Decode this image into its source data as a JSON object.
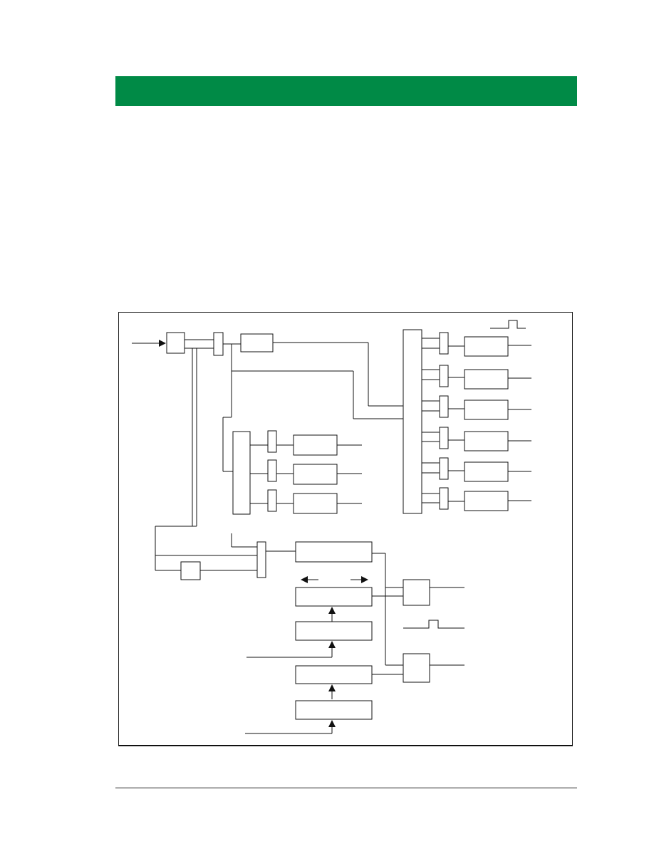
{
  "colors": {
    "header_banner": "#008a46",
    "line": "#111111"
  },
  "diagram": {
    "block_count": 34,
    "signal_arrows": [
      "input-arrow",
      "left-arrow",
      "right-arrow",
      "up-arrow-1",
      "up-arrow-2",
      "up-arrow-3"
    ],
    "pulse_symbols": [
      "pulse-icon-top",
      "pulse-icon-bottom"
    ]
  }
}
